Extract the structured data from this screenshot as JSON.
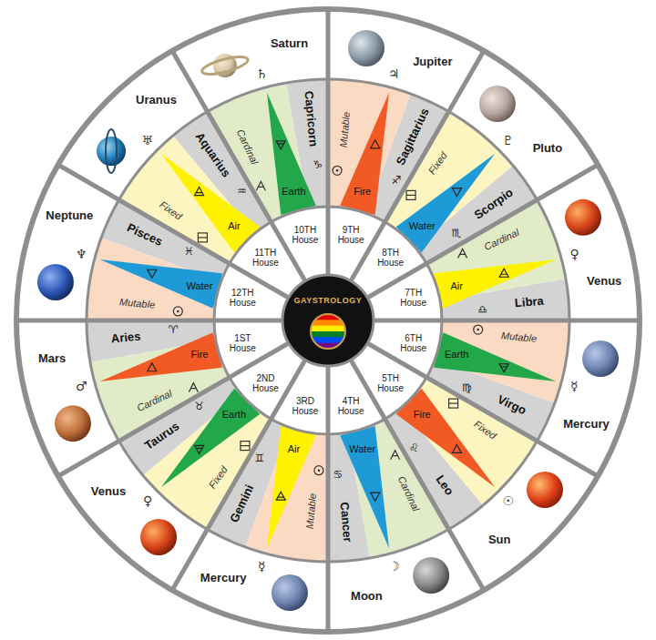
{
  "diagram": {
    "nodes": [
      {
        "text": [
          "GAYSTROLOGY"
        ]
      },
      {
        "text": [
          "Mars",
          "♂"
        ]
      },
      {
        "text": [
          "Aries",
          "♈"
        ]
      },
      {
        "text": [
          "Cardinal"
        ]
      },
      {
        "text": [
          "Fire"
        ]
      },
      {
        "text": [
          "1ST House"
        ]
      },
      {
        "text": [
          "Venus",
          "♀"
        ]
      },
      {
        "text": [
          "Taurus",
          "♉"
        ]
      },
      {
        "text": [
          "Fixed"
        ]
      },
      {
        "text": [
          "Earth"
        ]
      },
      {
        "text": [
          "2ND House"
        ]
      },
      {
        "text": [
          "Mercury",
          "☿"
        ]
      },
      {
        "text": [
          "Gemini",
          "♊"
        ]
      },
      {
        "text": [
          "Mutable"
        ]
      },
      {
        "text": [
          "Air"
        ]
      },
      {
        "text": [
          "3RD House"
        ]
      },
      {
        "text": [
          "Moon",
          "☽"
        ]
      },
      {
        "text": [
          "Cancer",
          "♋"
        ]
      },
      {
        "text": [
          "Cardinal"
        ]
      },
      {
        "text": [
          "Water"
        ]
      },
      {
        "text": [
          "4TH House"
        ]
      },
      {
        "text": [
          "Sun",
          "☉"
        ]
      },
      {
        "text": [
          "Leo",
          "♌"
        ]
      },
      {
        "text": [
          "Fixed"
        ]
      },
      {
        "text": [
          "Fire"
        ]
      },
      {
        "text": [
          "5TH House"
        ]
      },
      {
        "text": [
          "Mercury",
          "☿"
        ]
      },
      {
        "text": [
          "Virgo",
          "♍"
        ]
      },
      {
        "text": [
          "Mutable"
        ]
      },
      {
        "text": [
          "Earth"
        ]
      },
      {
        "text": [
          "6TH House"
        ]
      },
      {
        "text": [
          "Venus",
          "♀"
        ]
      },
      {
        "text": [
          "Libra",
          "♎"
        ]
      },
      {
        "text": [
          "Cardinal"
        ]
      },
      {
        "text": [
          "Air"
        ]
      },
      {
        "text": [
          "7TH House"
        ]
      },
      {
        "text": [
          "Pluto",
          "♇"
        ]
      },
      {
        "text": [
          "Scorpio",
          "♏"
        ]
      },
      {
        "text": [
          "Fixed"
        ]
      },
      {
        "text": [
          "Water"
        ]
      },
      {
        "text": [
          "8TH House"
        ]
      },
      {
        "text": [
          "Jupiter",
          "♃"
        ]
      },
      {
        "text": [
          "Sagittarius",
          "♐"
        ]
      },
      {
        "text": [
          "Mutable"
        ]
      },
      {
        "text": [
          "Fire"
        ]
      },
      {
        "text": [
          "9TH House"
        ]
      },
      {
        "text": [
          "Saturn",
          "♄"
        ]
      },
      {
        "text": [
          "Capricorn",
          "♑"
        ]
      },
      {
        "text": [
          "Cardinal"
        ]
      },
      {
        "text": [
          "Earth"
        ]
      },
      {
        "text": [
          "10TH House"
        ]
      },
      {
        "text": [
          "Uranus",
          "♅"
        ]
      },
      {
        "text": [
          "Aquarius",
          "♒"
        ]
      },
      {
        "text": [
          "Fixed"
        ]
      },
      {
        "text": [
          "Air"
        ]
      },
      {
        "text": [
          "11TH House"
        ]
      },
      {
        "text": [
          "Neptune",
          "♆"
        ]
      },
      {
        "text": [
          "Pisces",
          "♓"
        ]
      },
      {
        "text": [
          "Mutable"
        ]
      },
      {
        "text": [
          "Water"
        ]
      },
      {
        "text": [
          "12TH House"
        ]
      }
    ]
  }
}
